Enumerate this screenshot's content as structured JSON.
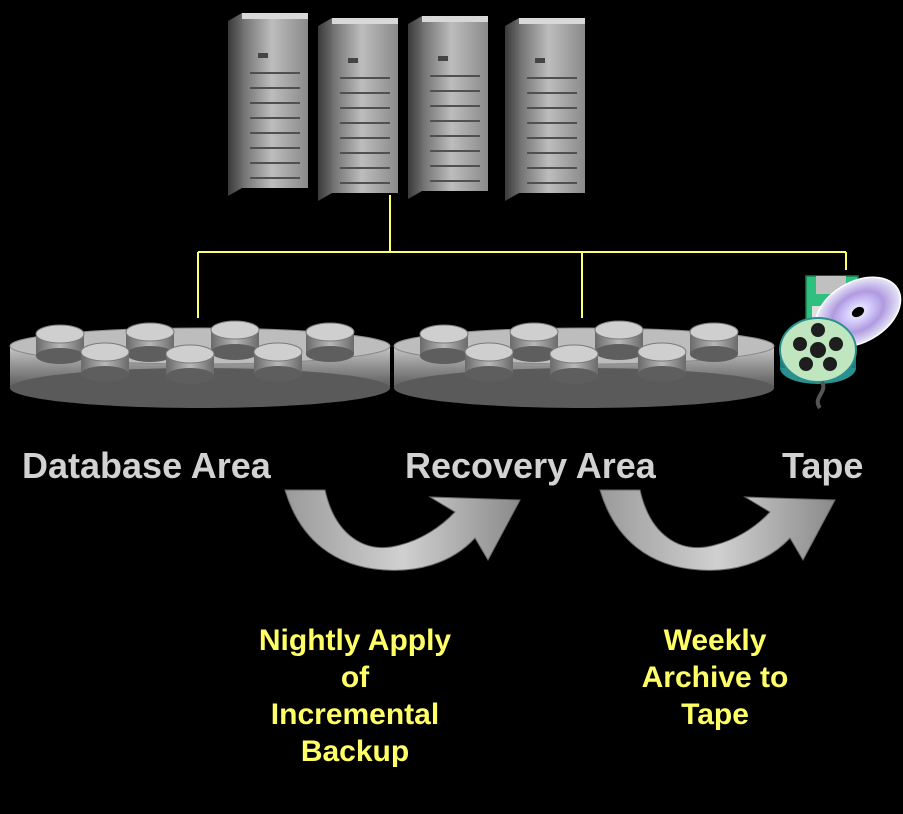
{
  "labels": {
    "database_area": "Database Area",
    "recovery_area": "Recovery Area",
    "tape": "Tape"
  },
  "captions": {
    "nightly": "Nightly Apply\nof\nIncremental\nBackup",
    "weekly": "Weekly\nArchive to\nTape"
  },
  "colors": {
    "background": "#000000",
    "connector": "#ffff66",
    "area_label": "#d2d2d2",
    "caption": "#ffff66",
    "arrow": "#b0b0b0"
  },
  "icons": {
    "servers": "server-rack-icon",
    "database_storage": "disk-array-icon",
    "recovery_storage": "disk-array-icon",
    "tape_media": "tape-reel-disc-icon",
    "flow_arrows": "curved-arrow-icon"
  }
}
